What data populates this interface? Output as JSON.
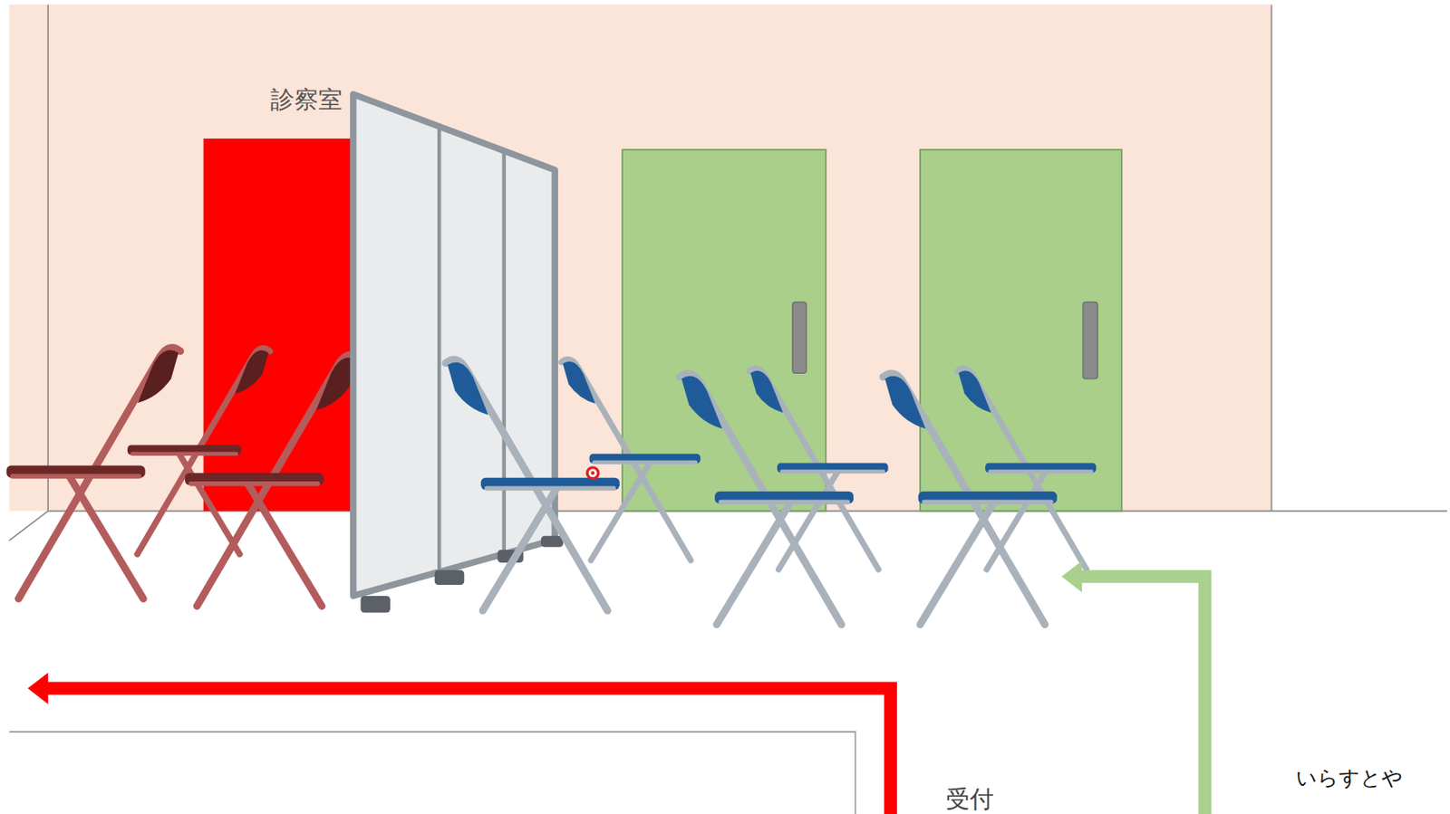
{
  "diagram": {
    "labels": [
      "診察室",
      "受付",
      "いらすとや"
    ]
  }
}
